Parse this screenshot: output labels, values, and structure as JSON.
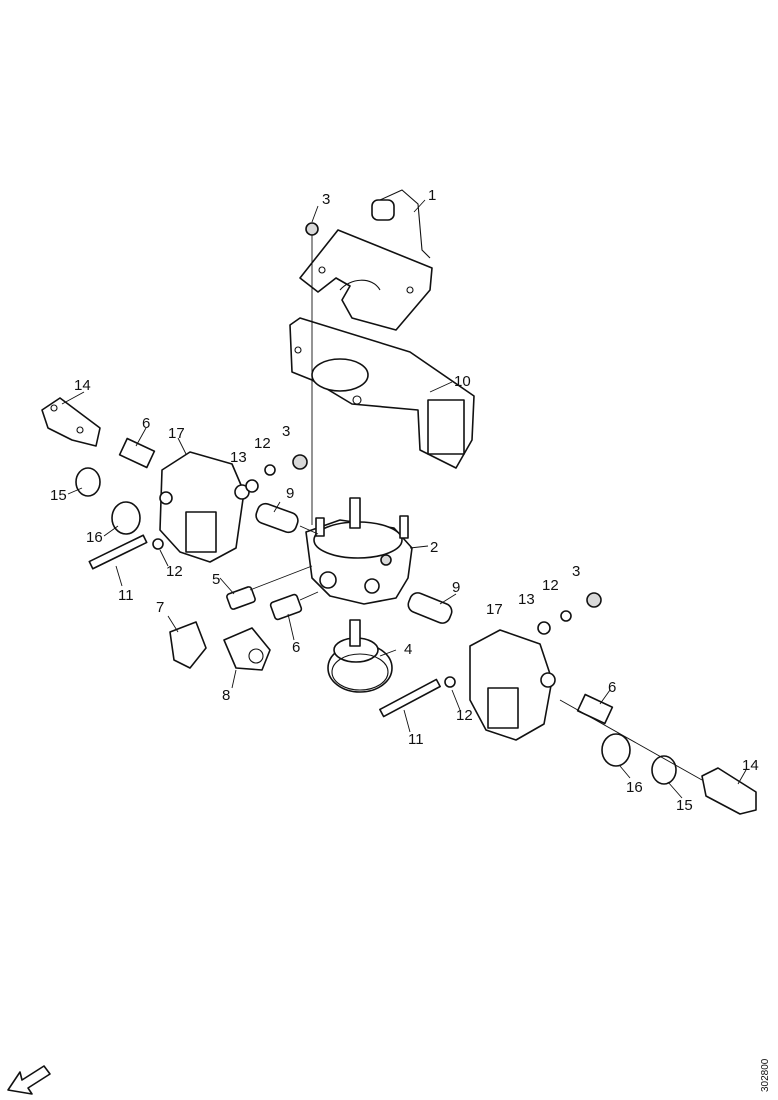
{
  "callouts": {
    "c1": "1",
    "c2": "2",
    "c3a": "3",
    "c3b": "3",
    "c3c": "3",
    "c4": "4",
    "c5": "5",
    "c6a": "6",
    "c6b": "6",
    "c6c": "6",
    "c7": "7",
    "c8": "8",
    "c9a": "9",
    "c9b": "9",
    "c10": "10",
    "c11a": "11",
    "c11b": "11",
    "c12a": "12",
    "c12b": "12",
    "c12c": "12",
    "c12d": "12",
    "c13a": "13",
    "c13b": "13",
    "c14a": "14",
    "c14b": "14",
    "c15a": "15",
    "c15b": "15",
    "c16a": "16",
    "c16b": "16",
    "c17a": "17",
    "c17b": "17"
  },
  "drawing_code": "302800"
}
